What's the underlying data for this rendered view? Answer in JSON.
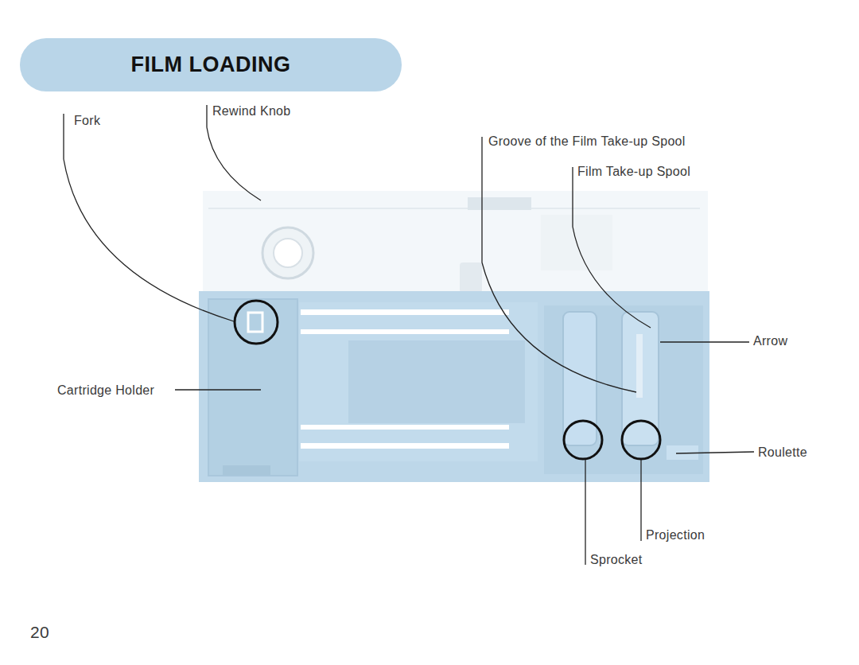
{
  "diagram": {
    "title": "FILM LOADING",
    "labels": [
      "Fork",
      "Rewind Knob",
      "Groove of the Film Take-up Spool",
      "Film Take-up Spool",
      "Arrow",
      "Cartridge Holder",
      "Roulette",
      "Projection",
      "Sprocket",
      "20"
    ]
  }
}
